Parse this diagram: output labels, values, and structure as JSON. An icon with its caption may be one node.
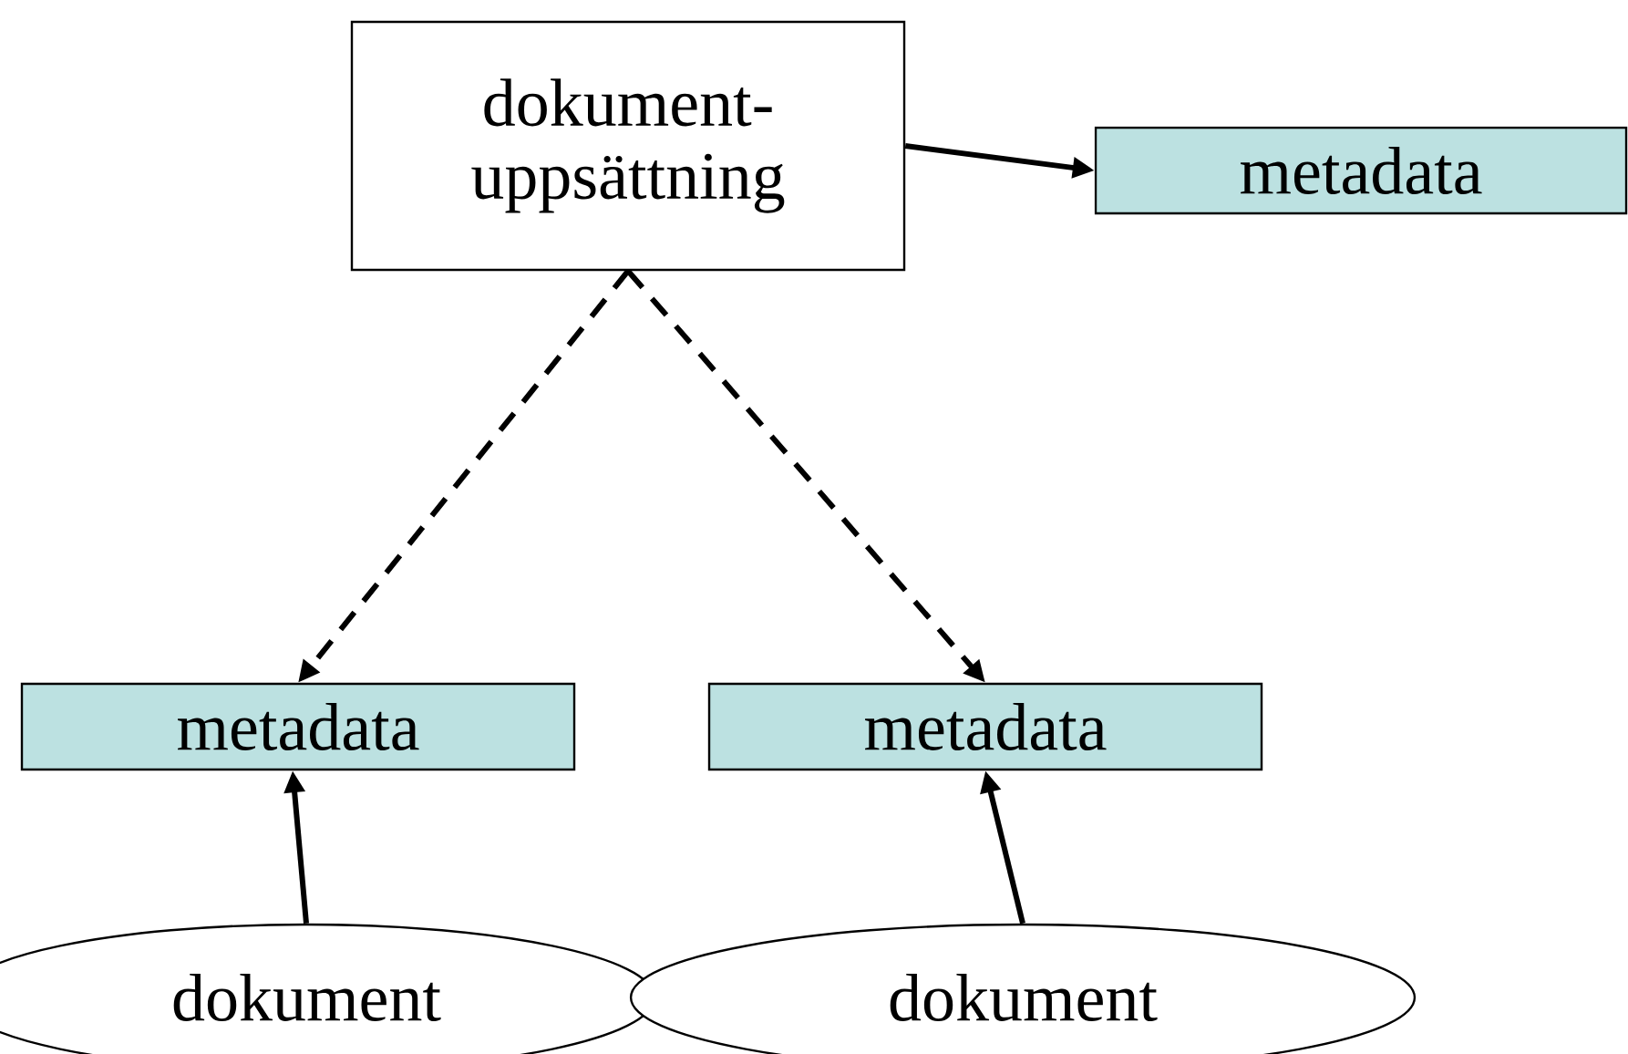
{
  "diagram": {
    "nodes": [
      {
        "text": [
          "dokument- uppsättning"
        ]
      },
      {
        "text": [
          "metadata"
        ]
      },
      {
        "text": [
          "metadata"
        ]
      },
      {
        "text": [
          "metadata"
        ]
      },
      {
        "text": [
          "dokument"
        ]
      },
      {
        "text": [
          "dokument"
        ]
      }
    ],
    "edges": [
      {
        "from": 0,
        "to": 1,
        "arrow": "to"
      },
      {
        "from": 0,
        "to": 2,
        "arrow": "to",
        "style": "dashed"
      },
      {
        "from": 0,
        "to": 3,
        "arrow": "to",
        "style": "dashed"
      },
      {
        "from": 4,
        "to": 2,
        "arrow": "to"
      },
      {
        "from": 5,
        "to": 3,
        "arrow": "to"
      }
    ]
  }
}
